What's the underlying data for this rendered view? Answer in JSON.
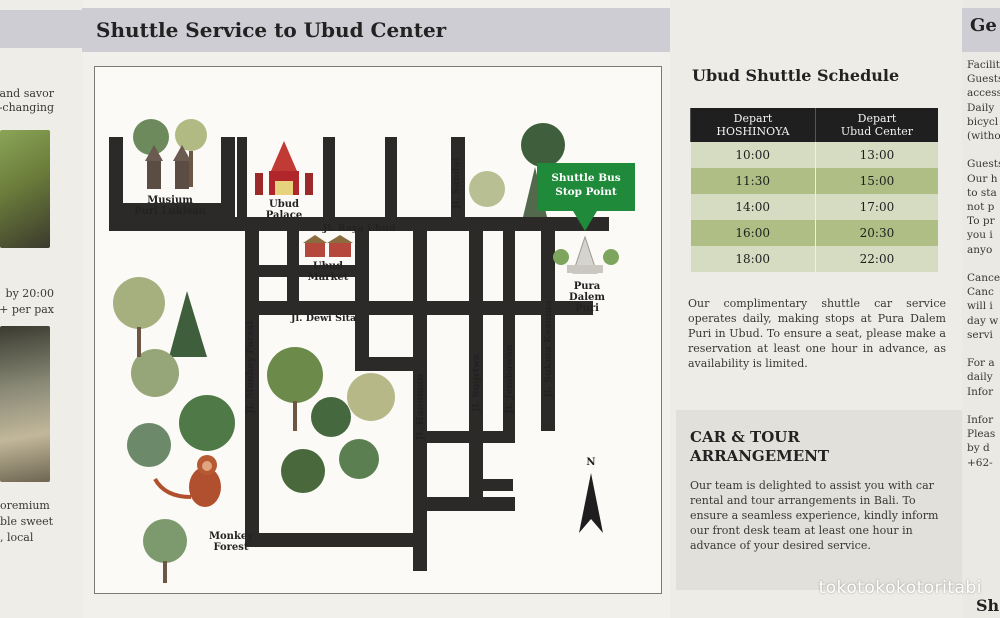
{
  "left_fragments": {
    "lines_top": [
      "and savor",
      "-changing"
    ],
    "line_mid": "by 20:00",
    "line_mid2": "++ per pax",
    "lines_bottom": [
      "oremium",
      "ble sweet",
      ", local"
    ]
  },
  "main": {
    "title": "Shuttle Service to Ubud Center"
  },
  "map": {
    "places": {
      "museum": "Musium\nPuri Lukisan",
      "palace": "Ubud\nPalace",
      "market": "Ubud\nMarket",
      "pura": "Pura\nDalem\nPuri",
      "monkey": "Monkey\nForest"
    },
    "streets": {
      "raya_ubud": "Jl. Raya Ubud",
      "dewi_sita": "Jl. Dewi Sita",
      "sandat": "Jl. Sandat",
      "monkey_forest": "Jl. Monkey Forest",
      "hanoman": "Jl. Hanoman",
      "sugriwa": "Jl. Sugriwa",
      "jembawan": "Jl. Jembawan",
      "sukma_kesuma": "Jl. Sukma Kesuma"
    },
    "stop_label": "Shuttle Bus\nStop Point",
    "north": "N",
    "colors": {
      "road": "#2b2a28",
      "stop_green": "#1f8a3a",
      "tree_dark": "#4f6e48",
      "tree_light": "#a7b58a"
    }
  },
  "schedule": {
    "title": "Ubud Shuttle Schedule",
    "headers": [
      "Depart\nHOSHINOYA",
      "Depart\nUbud Center"
    ],
    "rows": [
      [
        "10:00",
        "13:00"
      ],
      [
        "11:30",
        "15:00"
      ],
      [
        "14:00",
        "17:00"
      ],
      [
        "16:00",
        "20:30"
      ],
      [
        "18:00",
        "22:00"
      ]
    ],
    "description": "Our complimentary shuttle car service operates daily, making stops at Pura Dalem Puri in Ubud. To ensure a seat, please make a reservation at least one hour in advance, as availability is limited."
  },
  "car": {
    "title": "CAR & TOUR ARRANGEMENT",
    "description": "Our team is delighted to assist you with car rental and tour arrangements in Bali. To ensure a seamless experience, kindly inform our front desk team at least one hour in advance of your desired service."
  },
  "right_fragments": {
    "heading": "Ge",
    "lines": [
      "Faciliti",
      "Guests",
      "access",
      "Daily",
      "bicycl",
      "(witho",
      "",
      "Guests",
      "Our h",
      "to sta",
      "not p",
      "To pr",
      "you i",
      "anyo",
      "",
      "Cance",
      "Canc",
      "will i",
      "day w",
      "servi",
      "",
      "For a",
      "daily",
      "Infor",
      "",
      "Infor",
      "Pleas",
      "by d",
      "+62-"
    ],
    "bottom": "Sh"
  },
  "watermark": "tokotokokotoritabi"
}
